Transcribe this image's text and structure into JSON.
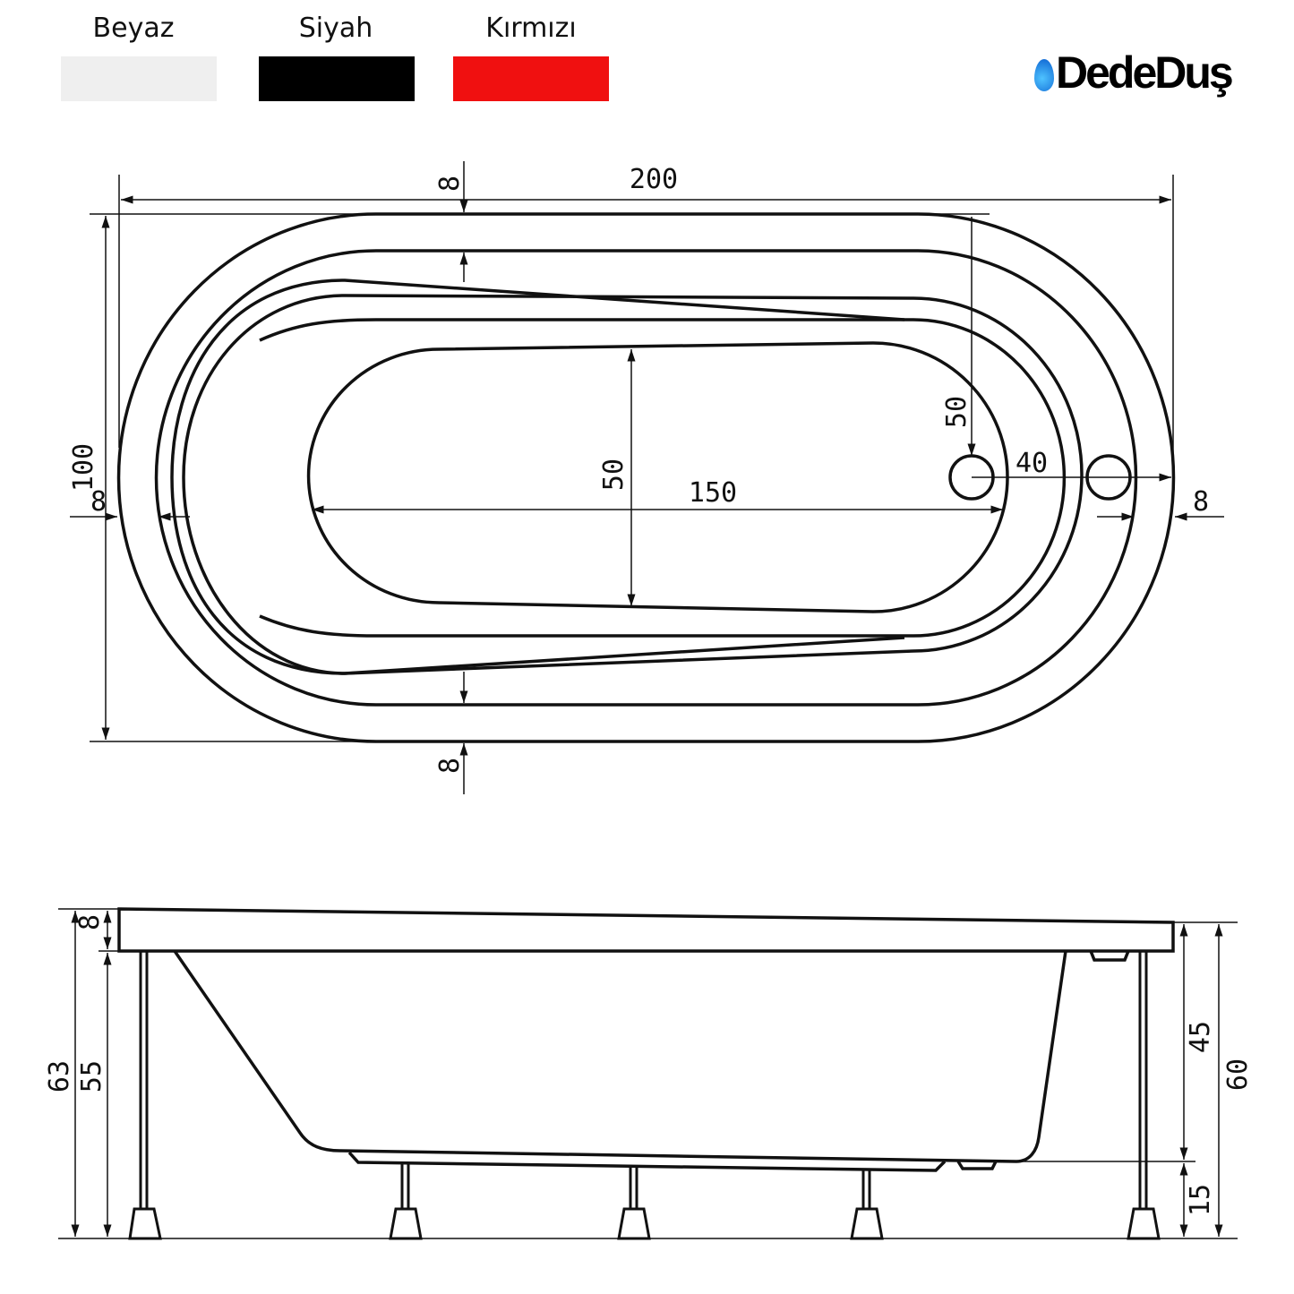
{
  "colors": [
    {
      "label": "Beyaz",
      "hex": "#efefef"
    },
    {
      "label": "Siyah",
      "hex": "#000000"
    },
    {
      "label": "Kırmızı",
      "hex": "#f01010"
    }
  ],
  "logo": {
    "text": "DedeDuş"
  },
  "top_view": {
    "length": "200",
    "width": "100",
    "rim_top": "8",
    "rim_bottom": "8",
    "rim_left": "8",
    "rim_right": "8",
    "basin_length": "150",
    "basin_width": "50",
    "drain_offset_y": "50",
    "drain_spacing": "40"
  },
  "side_view": {
    "rim_height": "8",
    "total_height_left": "63",
    "body_height_left": "55",
    "total_height_right": "60",
    "body_height_right": "45",
    "leg_height": "15"
  }
}
